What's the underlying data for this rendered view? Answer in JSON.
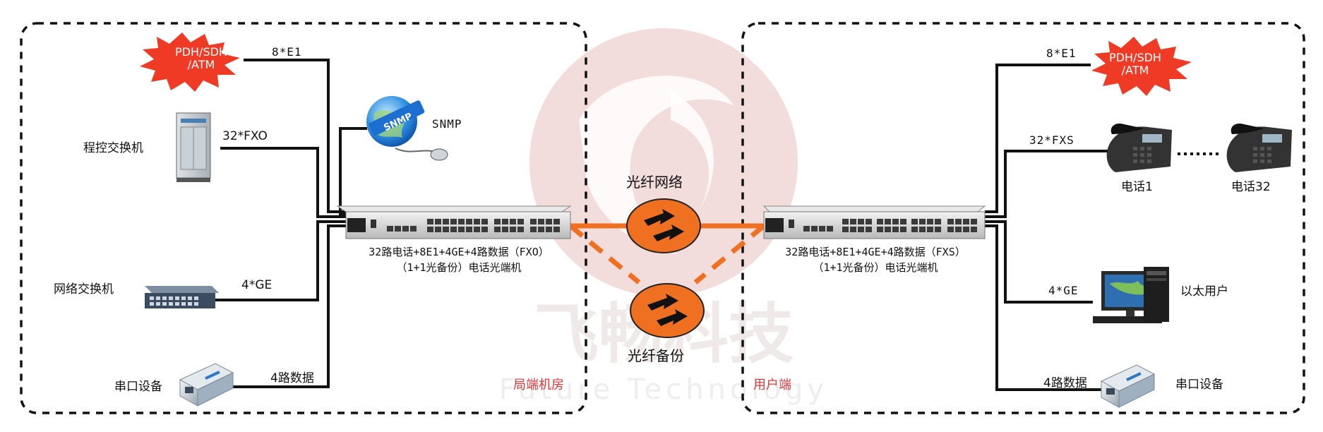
{
  "colors": {
    "fiber_orange": "#f07021",
    "burst_red": "#ef3b26",
    "location_red": "#e03a3a",
    "line_black": "#111111",
    "watermark": "#f1d6d6"
  },
  "watermark": {
    "brand_text": "飞畅科技",
    "brand_subtext": "Future Technology"
  },
  "left_site": {
    "location_label": "局端机房",
    "burst_label_line1": "PDH/SDH",
    "burst_label_line2": "/ATM",
    "e1_label": "8*E1",
    "snmp_label": "SNMP",
    "pbx_label": "程控交换机",
    "fxo_label": "32*FXO",
    "switch_label": "网络交换机",
    "ge_label": "4*GE",
    "serial_label": "串口设备",
    "data_label": "4路数据",
    "device_caption_line1": "32路电话+8E1+4GE+4路数据（FXO）",
    "device_caption_line2": "（1+1光备份）电话光端机"
  },
  "fiber": {
    "main_label": "光纤网络",
    "backup_label": "光纤备份"
  },
  "right_site": {
    "location_label": "用户端",
    "burst_label_line1": "PDH/SDH",
    "burst_label_line2": "/ATM",
    "e1_label": "8*E1",
    "fxs_label": "32*FXS",
    "phone1_label": "电话1",
    "phone32_label": "电话32",
    "ge_label": "4*GE",
    "ethernet_user_label": "以太用户",
    "data_label": "4路数据",
    "serial_label": "串口设备",
    "device_caption_line1": "32路电话+8E1+4GE+4路数据（FXS）",
    "device_caption_line2": "（1+1光备份）电话光端机"
  }
}
